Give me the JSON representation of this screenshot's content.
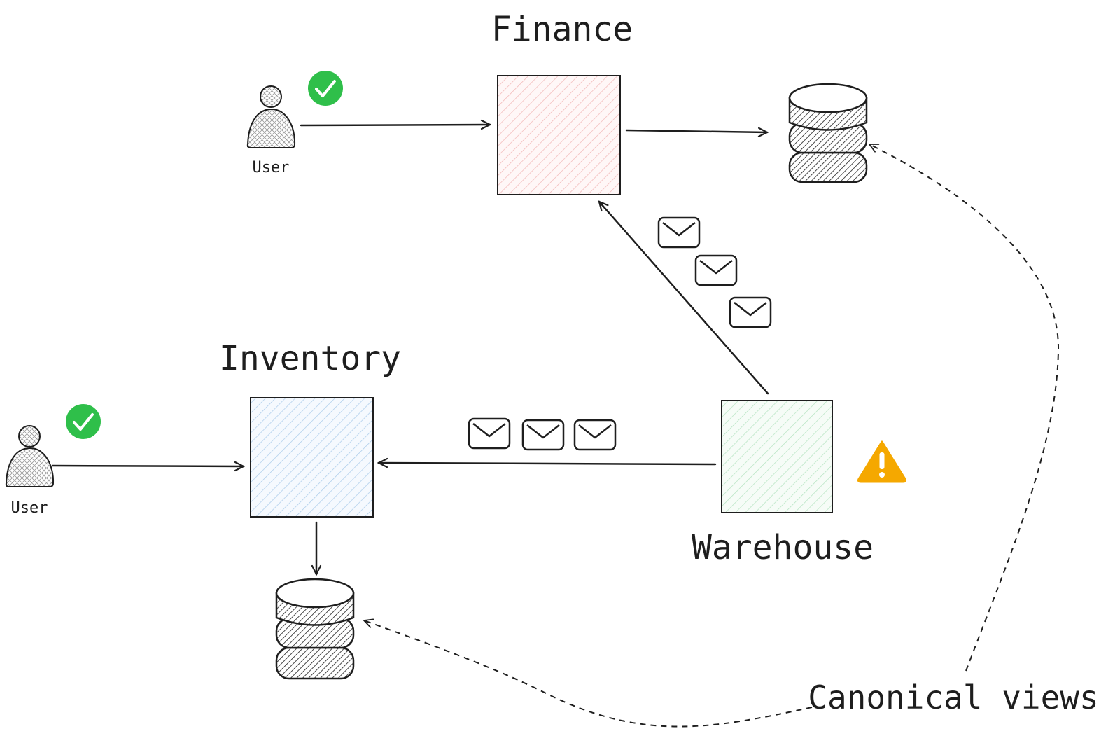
{
  "services": {
    "finance": {
      "label": "Finance",
      "color": "#f4b6b6"
    },
    "inventory": {
      "label": "Inventory",
      "color": "#a9cbea"
    },
    "warehouse": {
      "label": "Warehouse",
      "color": "#b4e3c0"
    }
  },
  "users": {
    "top": {
      "label": "User",
      "status_icon": "check-circle-icon",
      "status_color": "#2fbf4a"
    },
    "left": {
      "label": "User",
      "status_icon": "check-circle-icon",
      "status_color": "#2fbf4a"
    }
  },
  "warning": {
    "icon": "warning-triangle-icon",
    "color": "#f5a800"
  },
  "caption": "Canonical views",
  "message_icon": "envelope-icon"
}
